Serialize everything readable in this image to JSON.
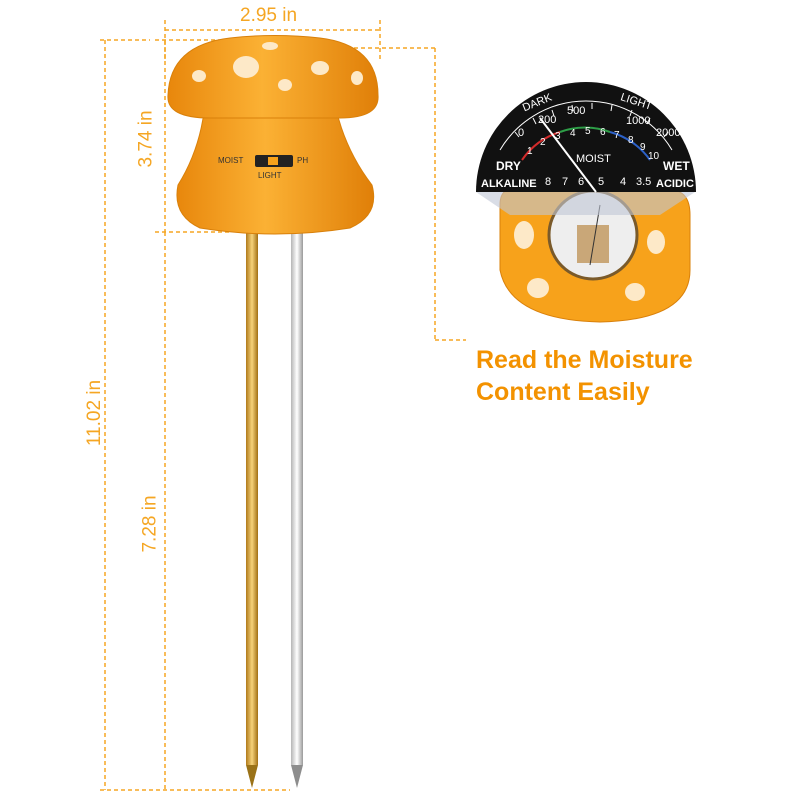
{
  "dimensions": {
    "width": "2.95 in",
    "head_height": "3.74 in",
    "total_height": "11.02 in",
    "probe_length": "7.28 in"
  },
  "device": {
    "switch_left": "MOIST",
    "switch_right": "PH",
    "switch_bottom": "LIGHT"
  },
  "meter": {
    "top_left_label": "DARK",
    "top_right_label": "LIGHT",
    "light_scale": [
      "0",
      "200",
      "500",
      "1000",
      "2000"
    ],
    "moist_scale": [
      "1",
      "2",
      "3",
      "4",
      "5",
      "6",
      "7",
      "8",
      "9",
      "10"
    ],
    "dry_label": "DRY",
    "moist_label": "MOIST",
    "wet_label": "WET",
    "alkaline_label": "ALKALINE",
    "acidic_label": "ACIDIC",
    "ph_scale": [
      "8",
      "7",
      "6",
      "5",
      "4",
      "3.5"
    ]
  },
  "callout": {
    "line1": "Read the Moisture",
    "line2": "Content Easily"
  },
  "colors": {
    "accent": "#f5a623",
    "device_orange": "#f7a21b",
    "callout_orange": "#f39200"
  }
}
